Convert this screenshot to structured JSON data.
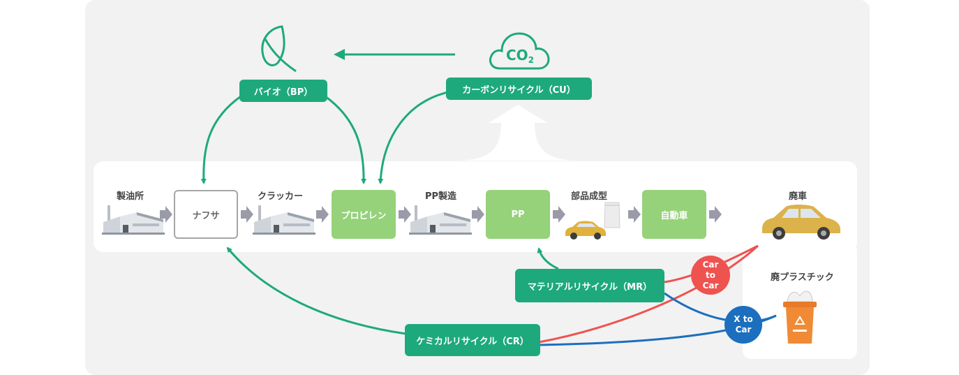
{
  "colors": {
    "green": "#1ea97c",
    "light_green": "#95d27a",
    "red": "#ee5350",
    "blue": "#1b6fbe",
    "grey_arrow": "#9a9aa8"
  },
  "pills": {
    "bio": "バイオ（BP）",
    "carbon": "カーボンリサイクル（CU）",
    "material": "マテリアルリサイクル（MR）",
    "chemical": "ケミカルリサイクル（CR）"
  },
  "co2": {
    "main": "CO",
    "sub": "2"
  },
  "stages": {
    "refinery": "製油所",
    "naphtha": "ナフサ",
    "cracker": "クラッカー",
    "propylene": "プロピレン",
    "pp_mfg": "PP製造",
    "pp": "PP",
    "parts_molding": "部品成型",
    "automobile": "自動車",
    "scrap_car": "廃車",
    "waste_plastic": "廃プラスチック"
  },
  "badges": {
    "car_to_car": [
      "Car",
      "to",
      "Car"
    ],
    "x_to_car": [
      "X to",
      "Car"
    ]
  },
  "icons": [
    "leaf-icon",
    "cloud-co2-icon",
    "factory-icon",
    "car-icon",
    "pouch-icon",
    "recycle-bin-icon"
  ]
}
